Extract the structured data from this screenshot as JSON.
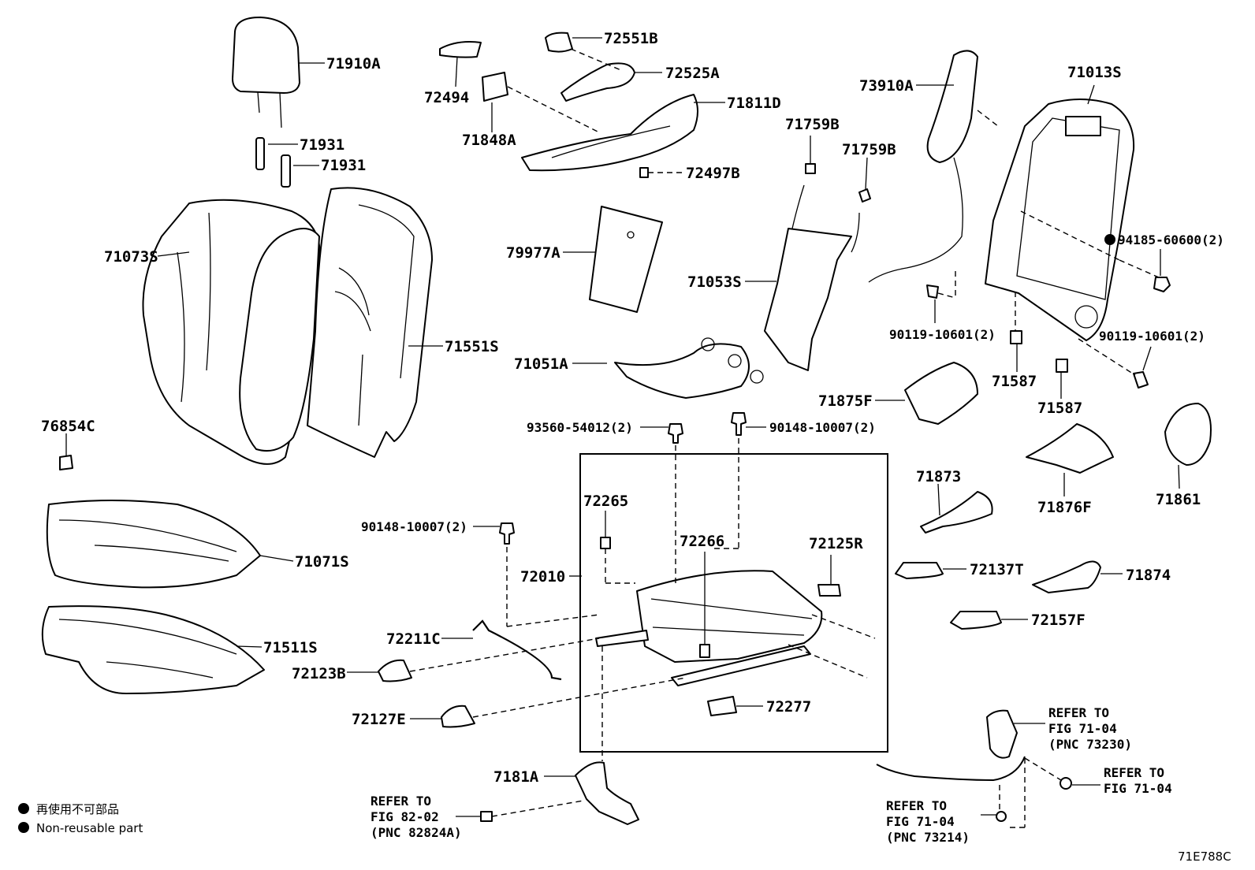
{
  "labels": {
    "p71910A": "71910A",
    "p71931a": "71931",
    "p71931b": "71931",
    "p71073S": "71073S",
    "p71551S": "71551S",
    "p76854C": "76854C",
    "p71071S": "71071S",
    "p71511S": "71511S",
    "p72494": "72494",
    "p72551B": "72551B",
    "p72525A": "72525A",
    "p71848A": "71848A",
    "p71811D": "71811D",
    "p72497B": "72497B",
    "p79977A": "79977A",
    "p71759Ba": "71759B",
    "p71759Bb": "71759B",
    "p71053S": "71053S",
    "p71051A": "71051A",
    "p73910A": "73910A",
    "p71013S": "71013S",
    "p94185": "94185-60600(2)",
    "p90119a": "90119-10601(2)",
    "p90119b": "90119-10601(2)",
    "p71587a": "71587",
    "p71587b": "71587",
    "p71875F": "71875F",
    "p93560": "93560-54012(2)",
    "p90148a": "90148-10007(2)",
    "p90148b": "90148-10007(2)",
    "p71873": "71873",
    "p71876F": "71876F",
    "p71861": "71861",
    "p72265": "72265",
    "p72266": "72266",
    "p72125R": "72125R",
    "p72010": "72010",
    "p72137T": "72137T",
    "p71874": "71874",
    "p72157F": "72157F",
    "p72211C": "72211C",
    "p72123B": "72123B",
    "p72127E": "72127E",
    "p72277": "72277",
    "p7181A": "7181A"
  },
  "references": {
    "ref1": [
      "REFER TO",
      "FIG 82-02",
      "(PNC 82824A)"
    ],
    "ref2": [
      "REFER TO",
      "FIG 71-04",
      "(PNC 73214)"
    ],
    "ref3": [
      "REFER TO",
      "FIG 71-04",
      "(PNC 73230)"
    ],
    "ref4": [
      "REFER TO",
      "FIG 71-04"
    ]
  },
  "legend": {
    "jp": "再使用不可部品",
    "en": "Non-reusable part"
  },
  "diagram_code": "71E788C"
}
